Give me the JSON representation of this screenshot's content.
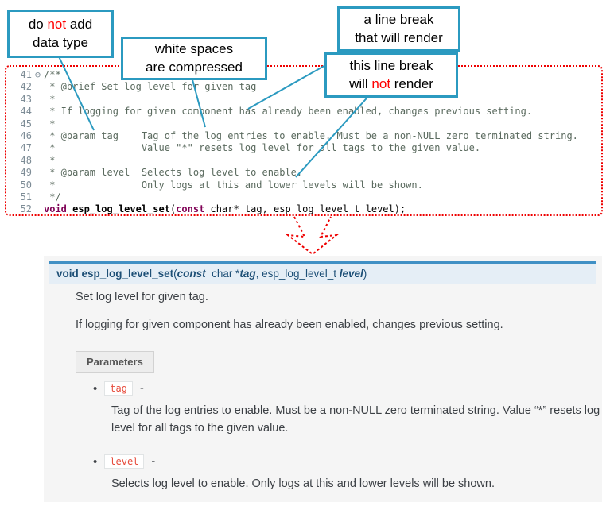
{
  "colors": {
    "callout_border": "#2b9ac0",
    "highlight_red": "#ff0000",
    "code_border_red": "#ee0000",
    "comment": "#5a6a5e",
    "keyword": "#7f0055",
    "signature_bar_bg": "#e5eef6",
    "signature_bar_border": "#4090c5",
    "panel_bg": "#f5f5f5",
    "chip_text": "#e74c3c"
  },
  "callouts": {
    "c1": {
      "t1": "do ",
      "t2": "not",
      "t3": " add",
      "t4": "data type"
    },
    "c2": {
      "t1": "white spaces",
      "t2": "are  compressed"
    },
    "c3": {
      "t1": "a line break",
      "t2": "that will render"
    },
    "c4": {
      "t1": "this line break",
      "t2": "will ",
      "t3": "not",
      "t4": " render"
    }
  },
  "code": {
    "lines": [
      {
        "num": "41",
        "fold": "⊖",
        "text": "/**"
      },
      {
        "num": "42",
        "fold": "",
        "text": " * @brief Set log level for given tag"
      },
      {
        "num": "43",
        "fold": "",
        "text": " *"
      },
      {
        "num": "44",
        "fold": "",
        "text": " * If logging for given component has already been enabled, changes previous setting."
      },
      {
        "num": "45",
        "fold": "",
        "text": " *"
      },
      {
        "num": "46",
        "fold": "",
        "text": " * @param tag    Tag of the log entries to enable. Must be a non-NULL zero terminated string."
      },
      {
        "num": "47",
        "fold": "",
        "text": " *               Value \"*\" resets log level for all tags to the given value."
      },
      {
        "num": "48",
        "fold": "",
        "text": " *"
      },
      {
        "num": "49",
        "fold": "",
        "text": " * @param level  Selects log level to enable."
      },
      {
        "num": "50",
        "fold": "",
        "text": " *               Only logs at this and lower levels will be shown."
      },
      {
        "num": "51",
        "fold": "",
        "text": " */"
      }
    ],
    "line52": {
      "num": "52",
      "kw1": "void",
      "s1": " ",
      "name": "esp_log_level_set",
      "p1": "(",
      "kw2": "const",
      "rest": " char* tag, esp_log_level_t level);"
    }
  },
  "doc": {
    "signature": {
      "p0": "void ",
      "p1": "esp_log_level_set",
      "p2": "(",
      "p3": "const",
      "p4": "  char *",
      "p5": "tag",
      "p6": ", ",
      "p7": "esp_log_level_t ",
      "p8": "level",
      "p9": ")"
    },
    "para1": "Set log level for given tag.",
    "para2": "If logging for given component has already been enabled, changes previous setting.",
    "params_label": "Parameters",
    "params": [
      {
        "bullet": "•",
        "name": "tag",
        "dash": "-",
        "desc": "Tag of the log entries to enable. Must be a non-NULL zero terminated string. Value “*” resets log level for all tags to the given value."
      },
      {
        "bullet": "•",
        "name": "level",
        "dash": "-",
        "desc": "Selects log level to enable. Only logs at this and lower levels will be shown."
      }
    ]
  }
}
